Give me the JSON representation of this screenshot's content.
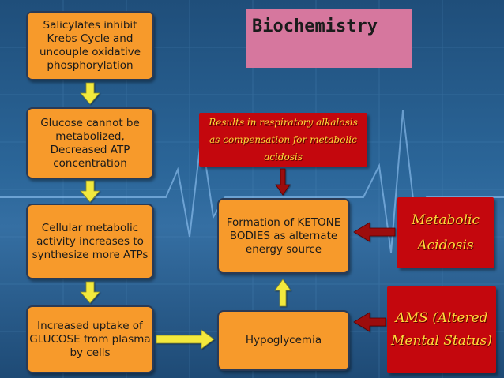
{
  "title": "Biochemistry",
  "boxes": {
    "salicylates": "Salicylates inhibit Krebs Cycle and uncouple oxidative phosphorylation",
    "glucose": "Glucose cannot be metabolized, Decreased ATP concentration",
    "cellular": "Cellular metabolic activity increases to synthesize more ATPs",
    "uptake": "Increased uptake of GLUCOSE from plasma by cells",
    "hypoglycemia": "Hypoglycemia",
    "ketone": "Formation of KETONE BODIES as alternate energy source",
    "alkalosis": "Results in respiratory alkalosis as compensation for metabolic acidosis",
    "acidosis": "Metabolic Acidosis",
    "ams": "AMS (Altered Mental Status)"
  },
  "colors": {
    "orange_box": "#f79a2b",
    "red_box": "#c4070d",
    "red_text": "#ffd93a",
    "title_bg": "#d6779e",
    "arrow_yellow": "#f2e93d",
    "arrow_red": "#9b1010"
  }
}
